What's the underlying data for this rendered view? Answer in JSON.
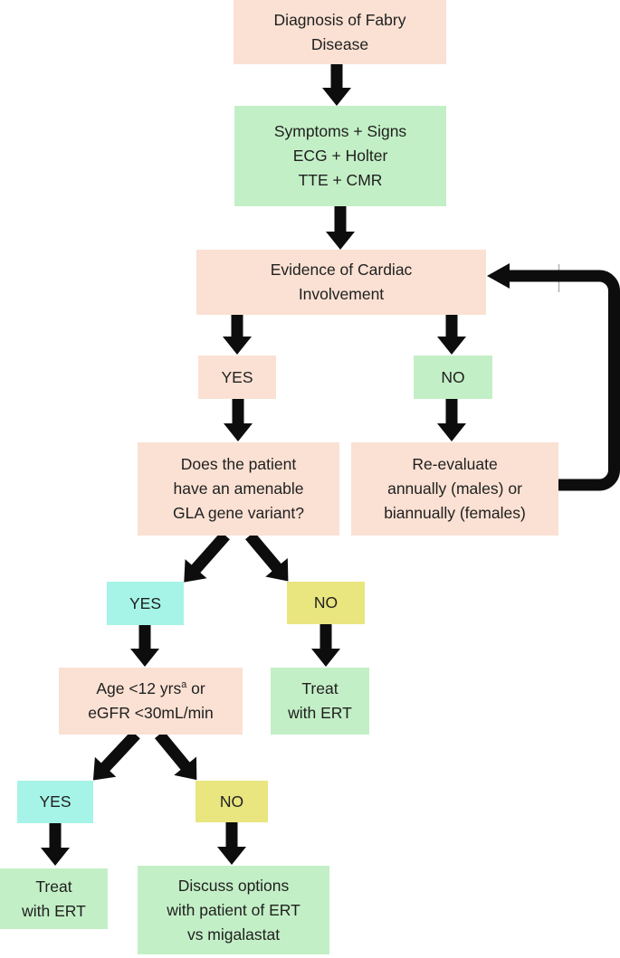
{
  "colors": {
    "pink": "#fae1d3",
    "green": "#c3efc6",
    "cyan": "#a6f4e7",
    "yellow": "#e9e57f",
    "arrow": "#0d0d0d",
    "text": "#1f1f1f",
    "tick_gray": "#b3b3b3"
  },
  "nodes": {
    "diagnosis": {
      "lines": [
        "Diagnosis of Fabry",
        "Disease"
      ]
    },
    "workup": {
      "lines": [
        "Symptoms + Signs",
        "ECG + Holter",
        "TTE + CMR"
      ]
    },
    "evidence": {
      "lines": [
        "Evidence of Cardiac",
        "Involvement"
      ]
    },
    "yes1": {
      "label": "YES"
    },
    "no1": {
      "label": "NO"
    },
    "gla": {
      "lines": [
        "Does the patient",
        "have an amenable",
        "GLA gene variant?"
      ]
    },
    "reevaluate": {
      "lines": [
        "Re-evaluate",
        "annually (males) or",
        "biannually (females)"
      ]
    },
    "yes2": {
      "label": "YES"
    },
    "no2": {
      "label": "NO"
    },
    "age": {
      "line1_pre": "Age <12 yrs",
      "line1_sup": "a",
      "line1_post": " or",
      "line2": "eGFR <30mL/min"
    },
    "treat_right": {
      "lines": [
        "Treat",
        "with ERT"
      ]
    },
    "yes3": {
      "label": "YES"
    },
    "no3": {
      "label": "NO"
    },
    "treat_left": {
      "lines": [
        "Treat",
        "with ERT"
      ]
    },
    "discuss": {
      "lines": [
        "Discuss options",
        "with patient of ERT",
        "vs migalastat"
      ]
    }
  }
}
